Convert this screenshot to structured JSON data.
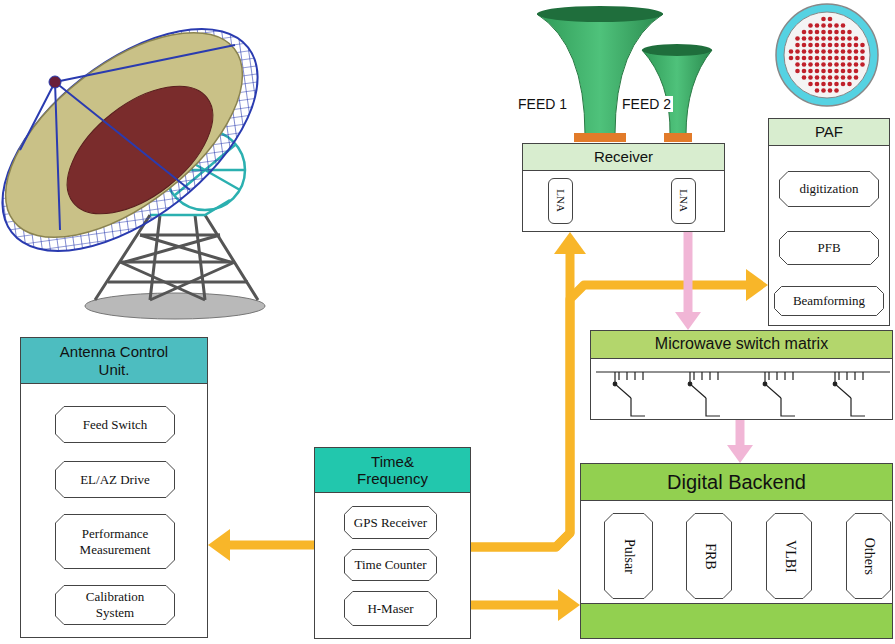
{
  "diagram": {
    "nodes": [
      {
        "text": [
          "Receiver"
        ]
      },
      {
        "text": [
          "LNA"
        ],
        "in": 0
      },
      {
        "text": [
          "LNA"
        ],
        "in": 0
      },
      {
        "text": [
          "PAF"
        ]
      },
      {
        "text": [
          "digitization"
        ],
        "in": 3
      },
      {
        "text": [
          "PFB"
        ],
        "in": 3
      },
      {
        "text": [
          "Beamforming"
        ],
        "in": 3
      },
      {
        "text": [
          "Microwave switch matrix"
        ]
      },
      {
        "text": [
          "Antenna Control Unit."
        ]
      },
      {
        "text": [
          "Feed Switch"
        ],
        "in": 8
      },
      {
        "text": [
          "EL/AZ Drive"
        ],
        "in": 8
      },
      {
        "text": [
          "Performance Measurement"
        ],
        "in": 8
      },
      {
        "text": [
          "Calibration System"
        ],
        "in": 8
      },
      {
        "text": [
          "Time& Frequency"
        ]
      },
      {
        "text": [
          "GPS Receiver"
        ],
        "in": 13
      },
      {
        "text": [
          "Time Counter"
        ],
        "in": 13
      },
      {
        "text": [
          "H-Maser"
        ],
        "in": 13
      },
      {
        "text": [
          "Digital Backend"
        ]
      },
      {
        "text": [
          "Pulsar"
        ],
        "in": 17
      },
      {
        "text": [
          "FRB"
        ],
        "in": 17
      },
      {
        "text": [
          "VLBI"
        ],
        "in": 17
      },
      {
        "text": [
          "Others"
        ],
        "in": 17
      }
    ],
    "edges": [
      {
        "from": 13,
        "to": 0,
        "arrow": "to"
      },
      {
        "from": 13,
        "to": 3,
        "arrow": "to"
      },
      {
        "from": 0,
        "to": 7,
        "arrow": "to"
      },
      {
        "from": 7,
        "to": 17,
        "arrow": "to"
      },
      {
        "from": 13,
        "to": 8,
        "arrow": "to"
      },
      {
        "from": 13,
        "to": 17,
        "arrow": "to"
      }
    ],
    "labels": [
      "FEED 1",
      "FEED 2"
    ]
  }
}
